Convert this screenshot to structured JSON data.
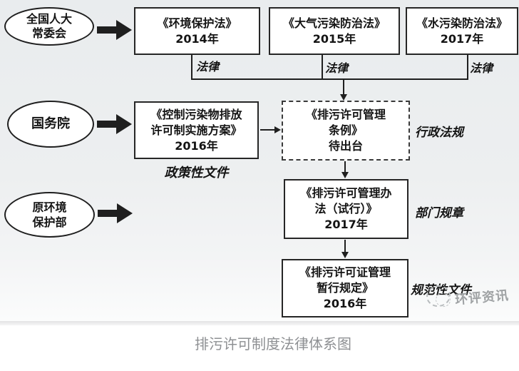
{
  "diagram": {
    "actors": {
      "npc": {
        "lines": [
          "全国人大",
          "常委会"
        ]
      },
      "state_council": {
        "lines": [
          "国务院"
        ]
      },
      "former_mep": {
        "lines": [
          "原环境",
          "保护部"
        ]
      }
    },
    "laws": [
      {
        "title": "《环境保护法》",
        "year": "2014年",
        "type_label": "法律"
      },
      {
        "title": "《大气污染防治法》",
        "year": "2015年",
        "type_label": "法律"
      },
      {
        "title": "《水污染防治法》",
        "year": "2017年",
        "type_label": "法律"
      }
    ],
    "policy_box": {
      "line1": "《控制污染物排放",
      "line2": "许可制实施方案》",
      "year": "2016年",
      "category": "政策性文件"
    },
    "regulation_box": {
      "line1": "《排污许可管理",
      "line2": "条例》",
      "status": "待出台",
      "category": "行政法规"
    },
    "measures_box": {
      "line1": "《排污许可管理办",
      "line2": "法（试行）》",
      "year": "2017年",
      "category": "部门规章"
    },
    "provisions_box": {
      "line1": "《排污许可证管理",
      "line2": "暂行规定》",
      "year": "2016年",
      "category": "规范性文件"
    }
  },
  "watermark": {
    "text": "环评资讯"
  },
  "caption": "排污许可制度法律体系图",
  "colors": {
    "line": "#1f1f1f",
    "box_border": "#262626",
    "text": "#141414",
    "background_tint": "#edeff0",
    "caption_gray": "#8e9093",
    "watermark_gray": "#9fa2a4"
  }
}
